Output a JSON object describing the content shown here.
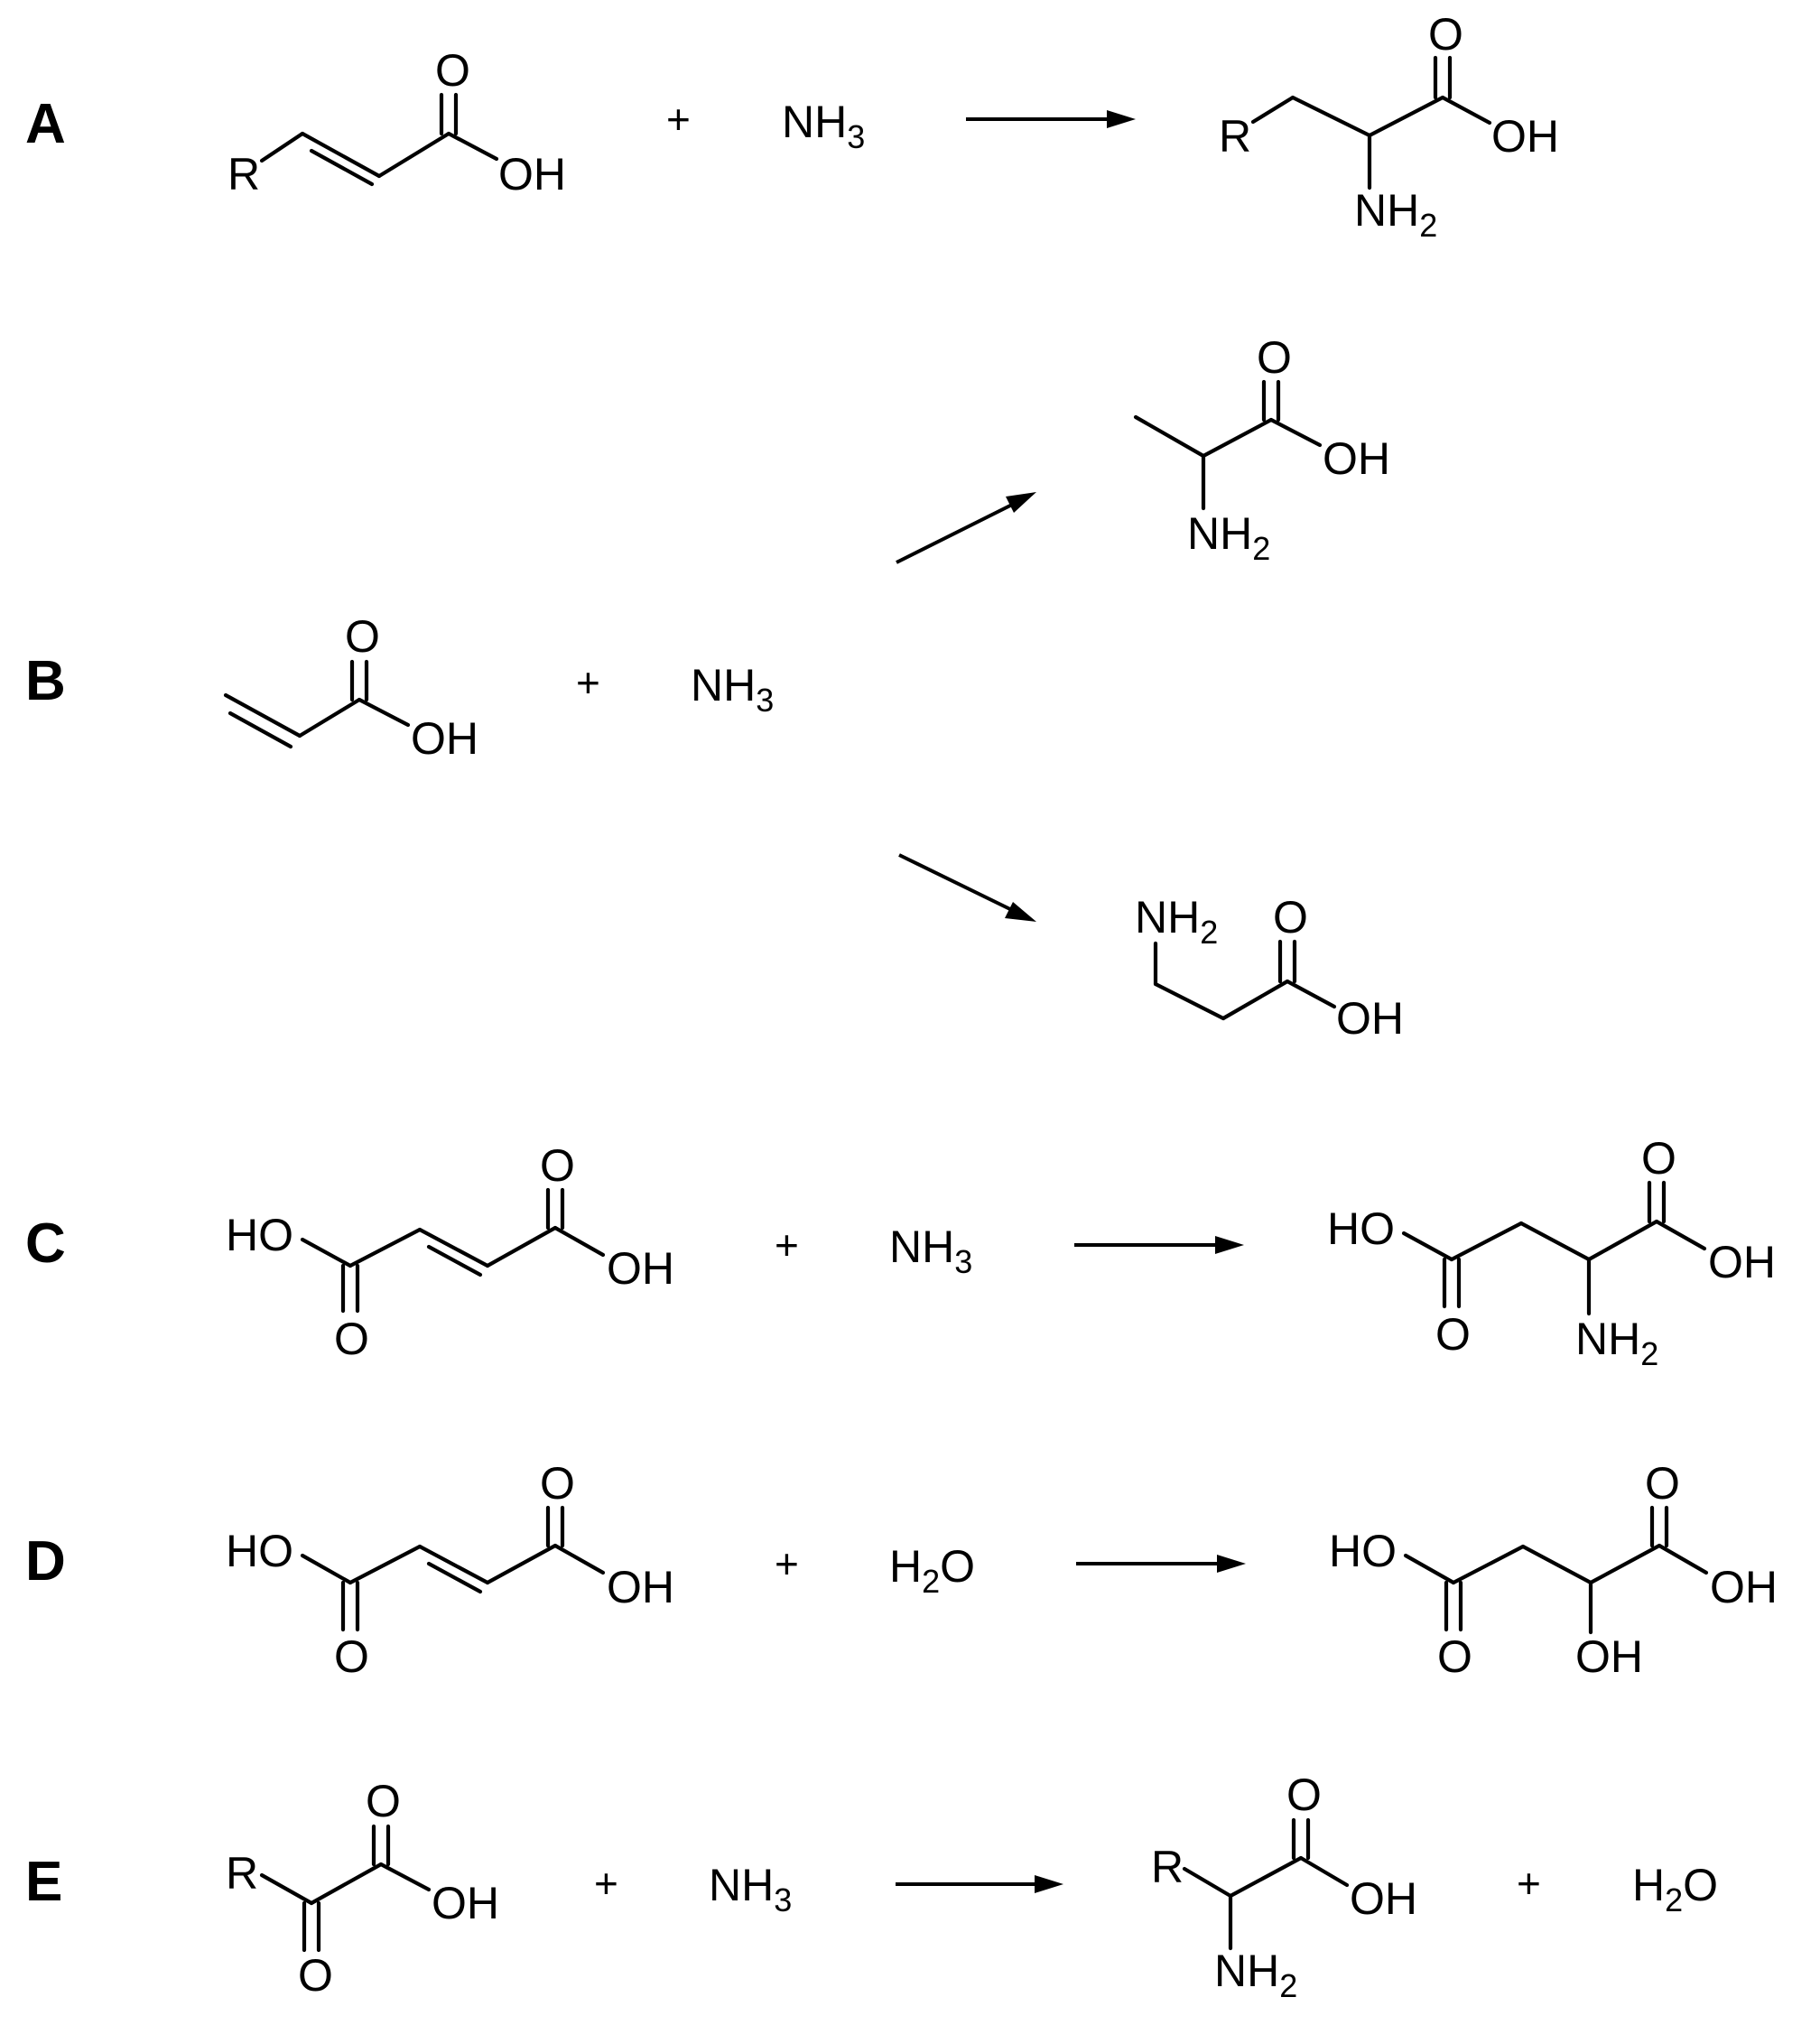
{
  "reactions": [
    {
      "id": "A",
      "label": "A",
      "reactant": {
        "r": "R",
        "o": "O",
        "oh": "OH"
      },
      "plus": "+",
      "reagent": {
        "main": "NH",
        "sub": "3"
      },
      "product": {
        "r": "R",
        "o": "O",
        "oh": "OH",
        "nh": "NH",
        "nh_sub": "2"
      }
    },
    {
      "id": "B",
      "label": "B",
      "reactant": {
        "o": "O",
        "oh": "OH"
      },
      "plus": "+",
      "reagent": {
        "main": "NH",
        "sub": "3"
      },
      "product_alpha": {
        "o": "O",
        "oh": "OH",
        "nh": "NH",
        "nh_sub": "2"
      },
      "product_beta": {
        "o": "O",
        "oh": "OH",
        "nh": "NH",
        "nh_sub": "2"
      }
    },
    {
      "id": "C",
      "label": "C",
      "reactant": {
        "ho": "HO",
        "o_top": "O",
        "oh": "OH",
        "o_bot": "O"
      },
      "plus": "+",
      "reagent": {
        "main": "NH",
        "sub": "3"
      },
      "product": {
        "ho": "HO",
        "o_top": "O",
        "oh": "OH",
        "o_bot": "O",
        "nh": "NH",
        "nh_sub": "2"
      }
    },
    {
      "id": "D",
      "label": "D",
      "reactant": {
        "ho": "HO",
        "o_top": "O",
        "oh": "OH",
        "o_bot": "O"
      },
      "plus": "+",
      "reagent": {
        "h": "H",
        "sub": "2",
        "o": "O"
      },
      "product": {
        "ho": "HO",
        "o_top": "O",
        "oh": "OH",
        "o_bot": "O",
        "oh2": "OH"
      }
    },
    {
      "id": "E",
      "label": "E",
      "reactant": {
        "r": "R",
        "o_top": "O",
        "oh": "OH",
        "o_bot": "O"
      },
      "plus": "+",
      "reagent": {
        "main": "NH",
        "sub": "3"
      },
      "product": {
        "r": "R",
        "o": "O",
        "oh": "OH",
        "nh": "NH",
        "nh_sub": "2"
      },
      "plus2": "+",
      "byproduct": {
        "h": "H",
        "sub": "2",
        "o": "O"
      }
    }
  ]
}
